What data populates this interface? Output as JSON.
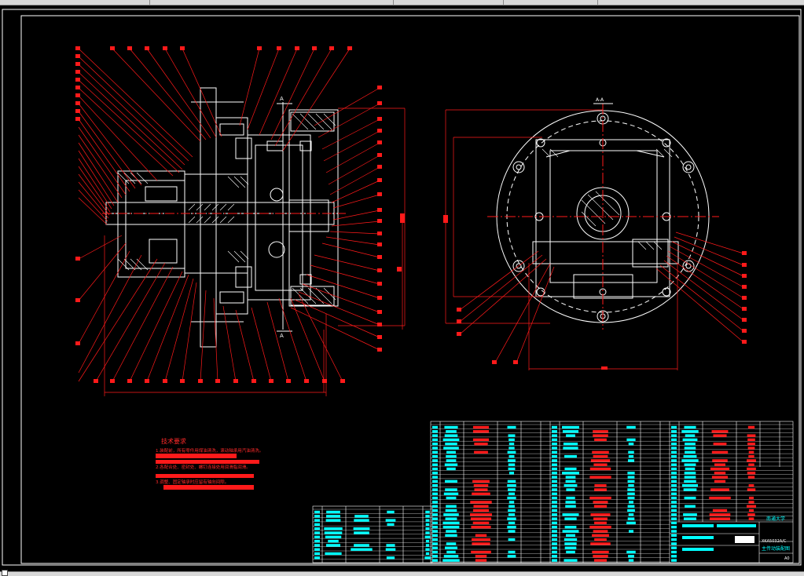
{
  "window": {
    "title": "",
    "view": "model space"
  },
  "drawing": {
    "background_color": "#000000",
    "line_color_red": "#ff1a1a",
    "line_color_white": "#ffffff",
    "table_color_cyan": "#00ffff",
    "section_label_left_top": "A",
    "section_label_left_bottom": "A",
    "section_label_right": "A-A"
  },
  "technical_notes": {
    "heading": "技术要求",
    "line_1": "1.装配前，所有零件用煤油清洗，滚动轴承用汽油清洗。",
    "line_2": "2.各配合处、密封处、螺钉连接处用润滑脂润滑。",
    "line_3": "3.调整、固定轴承时应留有轴向间隙。"
  },
  "title_block": {
    "school": "南通大学",
    "drawing_number": "XKA5032A/C",
    "drawing_name": "主传动装配图",
    "sheet": "A0"
  }
}
